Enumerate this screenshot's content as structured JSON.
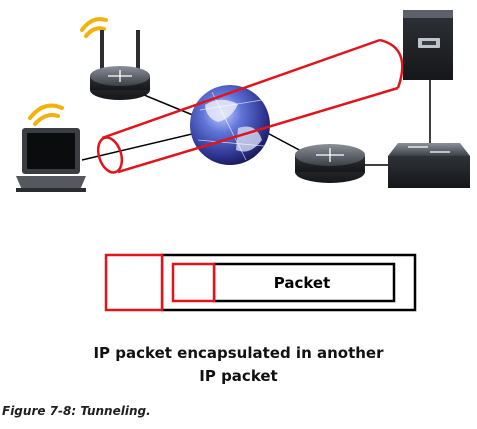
{
  "diagram": {
    "packet_label": "Packet",
    "caption_line1": "IP packet encapsulated in another",
    "caption_line2": "IP packet",
    "figure_caption": "Figure 7-8: Tunneling.",
    "colors": {
      "tunnel": "#e0141c",
      "wifi": "#f2b10d",
      "device": "#3a3d42",
      "globe": "#3b4fb0",
      "link": "#000000"
    },
    "icons": [
      "laptop-icon",
      "wireless-router-icon",
      "globe-icon",
      "router-icon",
      "switch-icon",
      "server-icon",
      "wifi-signal-icon"
    ]
  }
}
